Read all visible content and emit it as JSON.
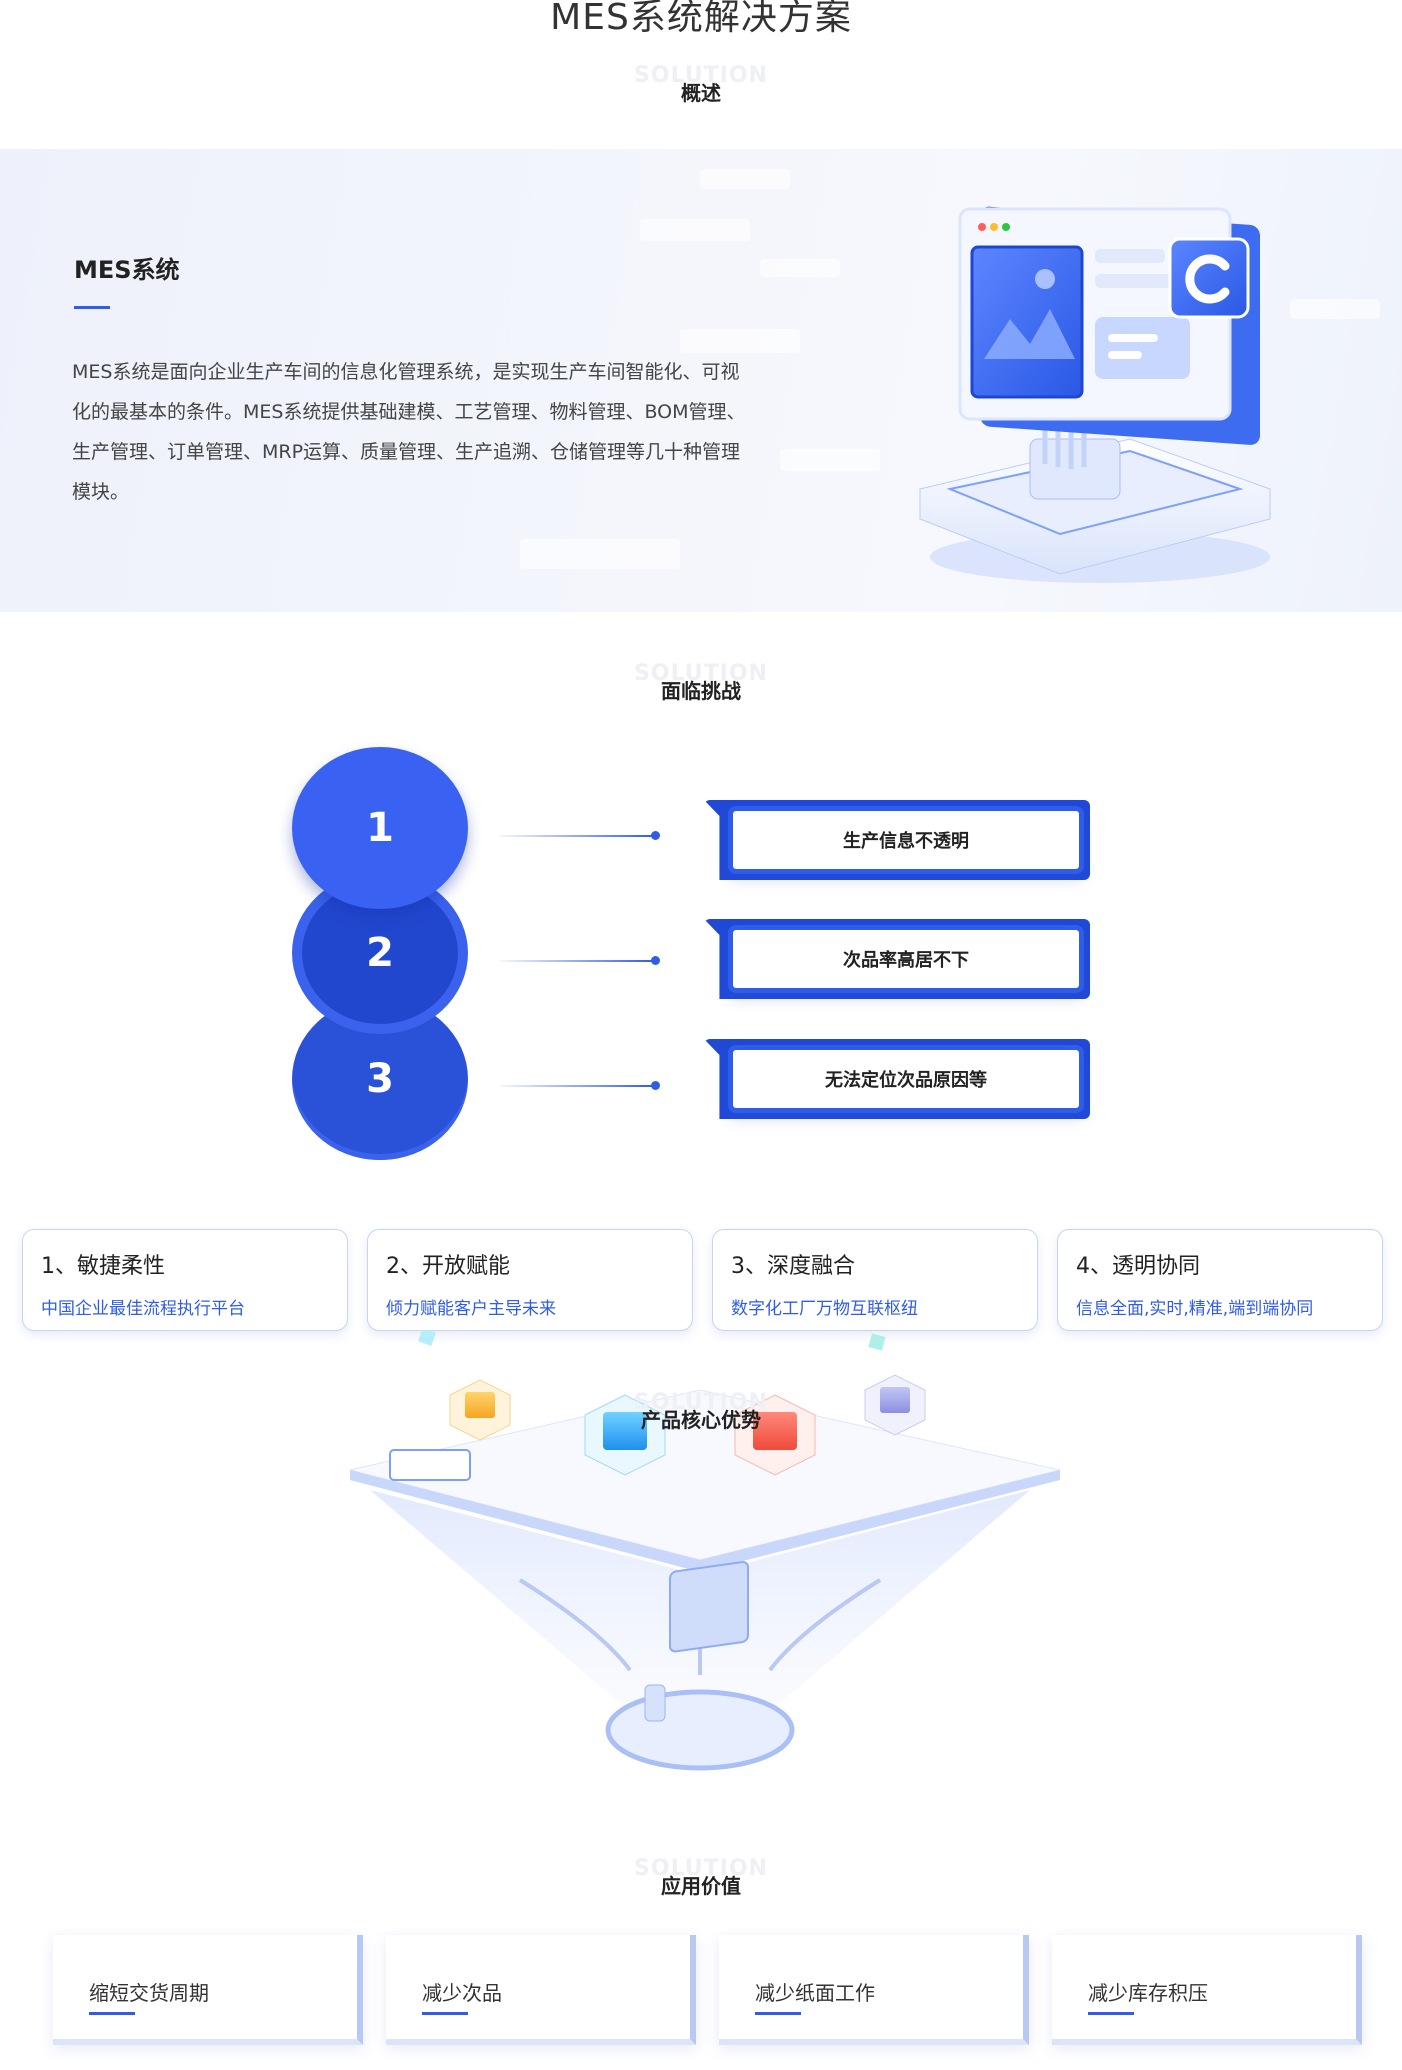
{
  "page": {
    "title": "MES系统解决方案"
  },
  "sections": {
    "overview": {
      "ghost": "SOLUTION",
      "title": "概述"
    },
    "challenges": {
      "ghost": "SOLUTION",
      "title": "面临挑战"
    },
    "advantages": {
      "ghost": "SOLUTION",
      "title": "产品核心优势"
    },
    "value": {
      "ghost": "SOLUTION",
      "title": "应用价值"
    }
  },
  "overview": {
    "heading": "MES系统",
    "description": "MES系统是面向企业生产车间的信息化管理系统，是实现生产车间智能化、可视化的最基本的条件。MES系统提供基础建模、工艺管理、物料管理、BOM管理、生产管理、订单管理、MRP运算、质量管理、生产追溯、仓储管理等几十种管理模块。"
  },
  "challenges": [
    {
      "number": "1",
      "label": "生产信息不透明"
    },
    {
      "number": "2",
      "label": "次品率高居不下"
    },
    {
      "number": "3",
      "label": "无法定位次品原因等"
    }
  ],
  "advantages": [
    {
      "title": "1、敏捷柔性",
      "subtitle": "中国企业最佳流程执行平台"
    },
    {
      "title": "2、开放赋能",
      "subtitle": "倾力赋能客户主导未来"
    },
    {
      "title": "3、深度融合",
      "subtitle": "数字化工厂万物互联枢纽"
    },
    {
      "title": "4、透明协同",
      "subtitle": "信息全面,实时,精准,端到端协同"
    }
  ],
  "value": [
    {
      "label": "缩短交货周期"
    },
    {
      "label": "减少次品"
    },
    {
      "label": "减少纸面工作"
    },
    {
      "label": "减少库存积压"
    }
  ],
  "colors": {
    "accent": "#2f5ce8",
    "accent_dark": "#2149d6",
    "band": "#f1f4fc"
  }
}
